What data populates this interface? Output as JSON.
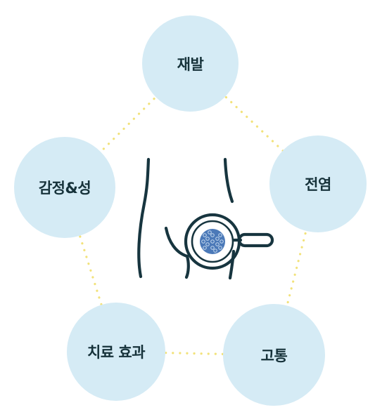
{
  "diagram": {
    "bubbles": [
      {
        "label": "재발"
      },
      {
        "label": "전염"
      },
      {
        "label": "고통"
      },
      {
        "label": "치료 효과"
      },
      {
        "label": "감정&성"
      }
    ],
    "colors": {
      "bubble_fill": "#d5ebf5",
      "dot_ring": "#f2e27a",
      "line_art": "#17353f",
      "lesion_fill": "#4b79b8",
      "lesion_dots": "#c5d9ee"
    },
    "center_icon": "pelvis-magnifier-icon"
  }
}
